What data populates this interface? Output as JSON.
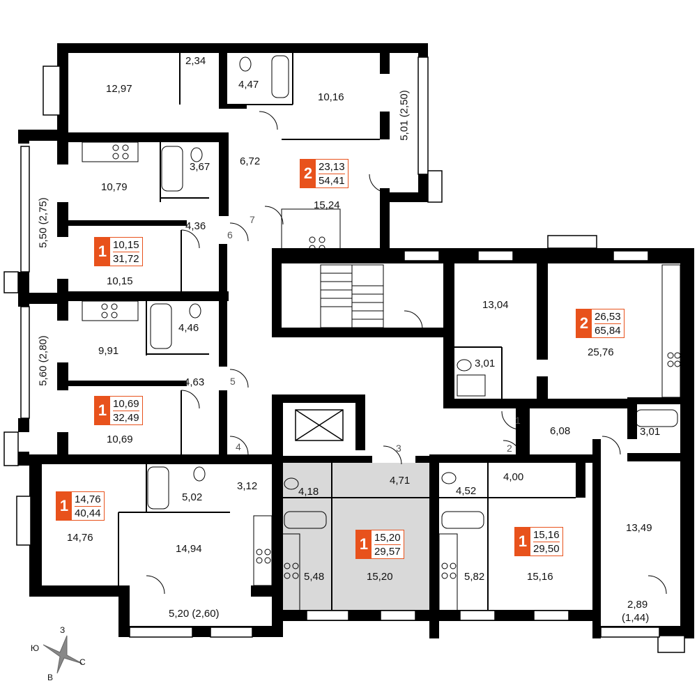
{
  "rooms": {
    "r1": "12,97",
    "r2": "2,34",
    "r3": "4,47",
    "r4": "10,16",
    "r5": "3,67",
    "r6": "6,72",
    "r7": "10,79",
    "r8": "15,24",
    "r9": "4,36",
    "r10": "10,15",
    "r11": "13,04",
    "r12": "4,46",
    "r13": "9,91",
    "r14": "25,76",
    "r15": "3,01",
    "r16": "4,63",
    "r17": "10,69",
    "r18": "6,08",
    "r19": "3,01",
    "r20": "3,12",
    "r21": "5,02",
    "r22": "4,71",
    "r23": "4,18",
    "r24": "4,00",
    "r25": "4,52",
    "r26": "14,76",
    "r27": "14,94",
    "r28": "13,49",
    "r29": "5,48",
    "r30": "15,20",
    "r31": "5,82",
    "r32": "15,16",
    "r33": "5,20 (2,60)",
    "r34": "2,89",
    "r35": "(1,44)"
  },
  "balconies": {
    "b1": "5,01 (2,50)",
    "b2": "5,50 (2,75)",
    "b3": "5,60 (2,80)"
  },
  "doors": [
    "1",
    "2",
    "3",
    "4",
    "5",
    "6",
    "7"
  ],
  "apartments": [
    {
      "rooms": "2",
      "living": "23,13",
      "total": "54,41"
    },
    {
      "rooms": "1",
      "living": "10,15",
      "total": "31,72"
    },
    {
      "rooms": "2",
      "living": "26,53",
      "total": "65,84"
    },
    {
      "rooms": "1",
      "living": "10,69",
      "total": "32,49"
    },
    {
      "rooms": "1",
      "living": "14,76",
      "total": "40,44"
    },
    {
      "rooms": "1",
      "living": "15,20",
      "total": "29,57"
    },
    {
      "rooms": "1",
      "living": "15,16",
      "total": "29,50"
    }
  ],
  "compass": {
    "north": "З",
    "south": "В",
    "east": "С",
    "west": "Ю"
  },
  "colors": {
    "accent": "#e8521c",
    "wall": "#000000",
    "highlight": "#d9d9d9"
  }
}
